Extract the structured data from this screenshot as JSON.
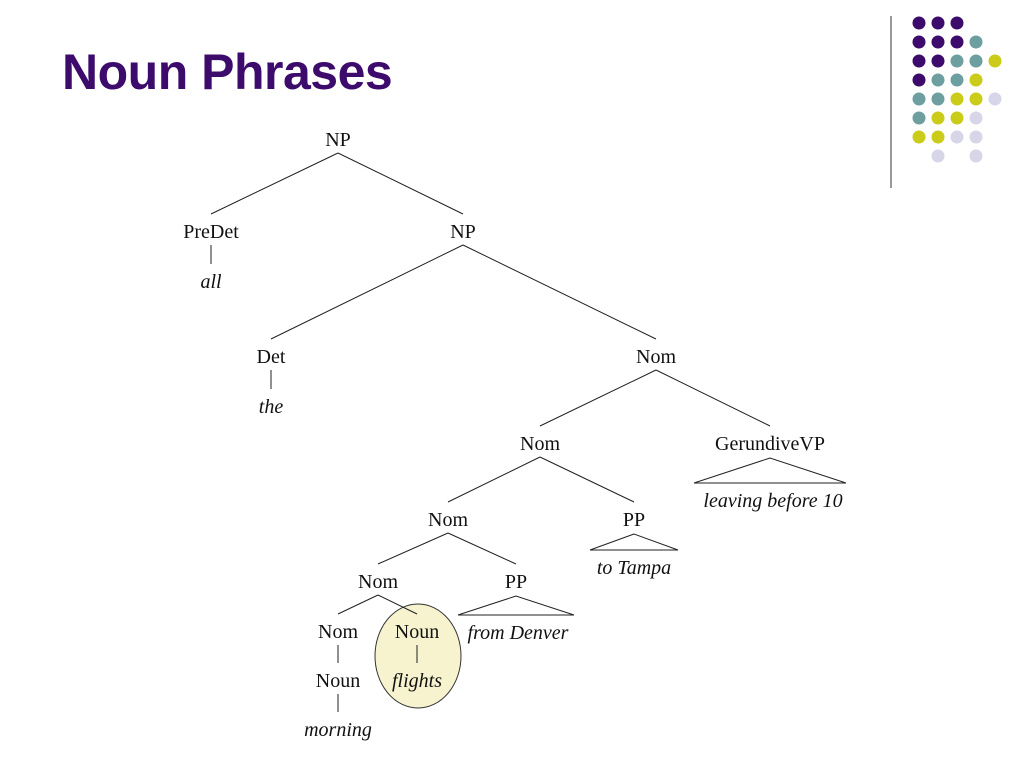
{
  "slide": {
    "title": "Noun Phrases"
  },
  "colors": {
    "title": "#3d0b6b",
    "dot_purple": "#3d0b6b",
    "dot_teal": "#6e9fa0",
    "dot_yellow": "#cbcb1a",
    "dot_lavender": "#d6d6e8",
    "highlight_fill": "#f7f3cf",
    "line": "#222222",
    "text": "#111111"
  },
  "decoration": {
    "dot_grid": [
      [
        "",
        "purple",
        "purple",
        "purple",
        "",
        ""
      ],
      [
        "",
        "purple",
        "purple",
        "purple",
        "teal",
        ""
      ],
      [
        "",
        "purple",
        "purple",
        "teal",
        "teal",
        "yellow"
      ],
      [
        "",
        "purple",
        "teal",
        "teal",
        "yellow",
        ""
      ],
      [
        "",
        "teal",
        "teal",
        "yellow",
        "yellow",
        "lavender"
      ],
      [
        "",
        "teal",
        "yellow",
        "yellow",
        "lavender",
        ""
      ],
      [
        "",
        "yellow",
        "yellow",
        "lavender",
        "lavender",
        ""
      ],
      [
        "",
        "",
        "lavender",
        "",
        "lavender",
        ""
      ]
    ]
  },
  "tree": {
    "nodes": [
      {
        "id": "np1",
        "label": "NP",
        "kind": "category"
      },
      {
        "id": "predet",
        "label": "PreDet",
        "kind": "category"
      },
      {
        "id": "all",
        "label": "all",
        "kind": "word"
      },
      {
        "id": "np2",
        "label": "NP",
        "kind": "category"
      },
      {
        "id": "det",
        "label": "Det",
        "kind": "category"
      },
      {
        "id": "the",
        "label": "the",
        "kind": "word"
      },
      {
        "id": "nom1",
        "label": "Nom",
        "kind": "category"
      },
      {
        "id": "nom2",
        "label": "Nom",
        "kind": "category"
      },
      {
        "id": "gerundvp",
        "label": "GerundiveVP",
        "kind": "category"
      },
      {
        "id": "leaving",
        "label": "leaving before 10",
        "kind": "word"
      },
      {
        "id": "nom3",
        "label": "Nom",
        "kind": "category"
      },
      {
        "id": "pp1",
        "label": "PP",
        "kind": "category"
      },
      {
        "id": "totampa",
        "label": "to Tampa",
        "kind": "word"
      },
      {
        "id": "nom4",
        "label": "Nom",
        "kind": "category"
      },
      {
        "id": "pp2",
        "label": "PP",
        "kind": "category"
      },
      {
        "id": "fromdenver",
        "label": "from Denver",
        "kind": "word"
      },
      {
        "id": "nom5",
        "label": "Nom",
        "kind": "category"
      },
      {
        "id": "noun_head",
        "label": "Noun",
        "kind": "category",
        "highlighted": true
      },
      {
        "id": "flights",
        "label": "flights",
        "kind": "word",
        "highlighted": true
      },
      {
        "id": "noun2",
        "label": "Noun",
        "kind": "category"
      },
      {
        "id": "morning",
        "label": "morning",
        "kind": "word"
      }
    ],
    "edges": [
      {
        "from": "np1",
        "to": "predet",
        "type": "branch"
      },
      {
        "from": "np1",
        "to": "np2",
        "type": "branch"
      },
      {
        "from": "predet",
        "to": "all",
        "type": "stem"
      },
      {
        "from": "np2",
        "to": "det",
        "type": "branch"
      },
      {
        "from": "np2",
        "to": "nom1",
        "type": "branch"
      },
      {
        "from": "det",
        "to": "the",
        "type": "stem"
      },
      {
        "from": "nom1",
        "to": "nom2",
        "type": "branch"
      },
      {
        "from": "nom1",
        "to": "gerundvp",
        "type": "branch"
      },
      {
        "from": "gerundvp",
        "to": "leaving",
        "type": "triangle"
      },
      {
        "from": "nom2",
        "to": "nom3",
        "type": "branch"
      },
      {
        "from": "nom2",
        "to": "pp1",
        "type": "branch"
      },
      {
        "from": "pp1",
        "to": "totampa",
        "type": "triangle"
      },
      {
        "from": "nom3",
        "to": "nom4",
        "type": "branch"
      },
      {
        "from": "nom3",
        "to": "pp2",
        "type": "branch"
      },
      {
        "from": "pp2",
        "to": "fromdenver",
        "type": "triangle"
      },
      {
        "from": "nom4",
        "to": "nom5",
        "type": "branch"
      },
      {
        "from": "nom4",
        "to": "noun_head",
        "type": "branch"
      },
      {
        "from": "nom5",
        "to": "noun2",
        "type": "stem"
      },
      {
        "from": "noun2",
        "to": "morning",
        "type": "stem"
      },
      {
        "from": "noun_head",
        "to": "flights",
        "type": "stem"
      }
    ]
  }
}
